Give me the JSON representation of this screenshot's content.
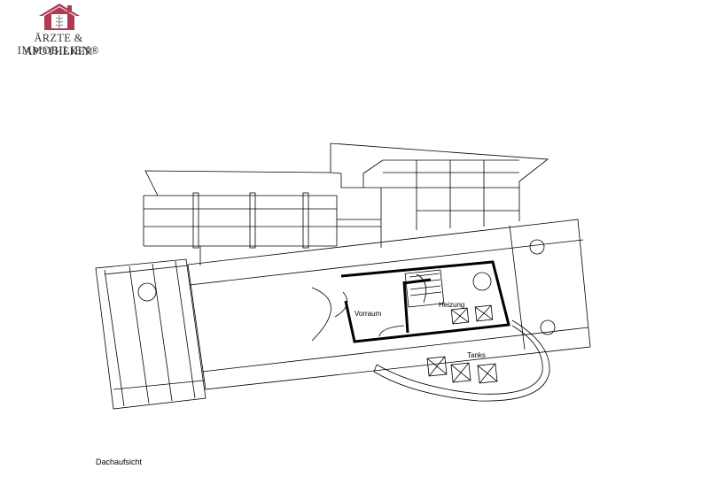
{
  "logo": {
    "icon": "house-caduceus-icon",
    "line1": "ÄRZTE & APOTHEKER",
    "line2": "IMMOBILIEN®",
    "brand_color": "#b03a52"
  },
  "plan": {
    "labels": {
      "vorraum": "Vorraum",
      "heizung": "Heizung",
      "tanks": "Tanks"
    },
    "caption": "Dachaufsicht"
  }
}
